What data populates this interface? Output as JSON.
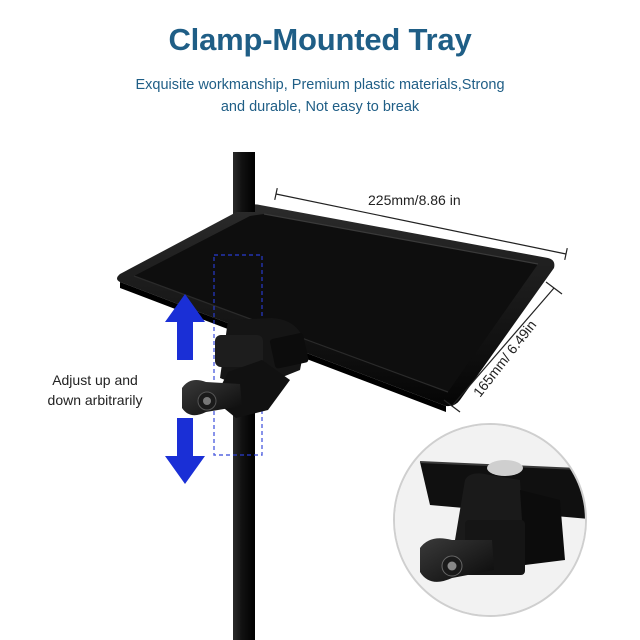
{
  "header": {
    "title": "Clamp-Mounted Tray",
    "subtitle_line1": "Exquisite workmanship, Premium plastic materials,Strong",
    "subtitle_line2": "and durable, Not easy to break"
  },
  "dimensions": {
    "width_label": "225mm/8.86 in",
    "depth_label": "165mm/ 6.49in"
  },
  "adjust": {
    "line1": "Adjust up and",
    "line2": "down arbitrarily"
  },
  "colors": {
    "title": "#1f5e86",
    "arrow": "#1a2fd6",
    "product": "#111111"
  },
  "icons": {
    "up": "arrow-up-icon",
    "down": "arrow-down-icon"
  }
}
